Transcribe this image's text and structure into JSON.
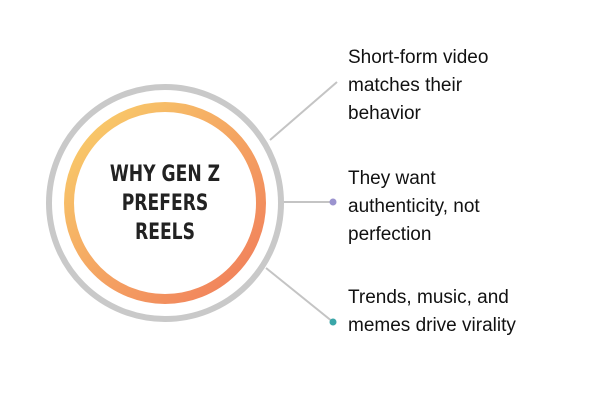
{
  "center": {
    "title": "WHY GEN Z\nPREFERS\nREELS"
  },
  "points": [
    {
      "text": "Short-form video\nmatches their\nbehavior",
      "dot_color": ""
    },
    {
      "text": "They want\nauthenticity, not\nperfection",
      "dot_color": "#9b93cf"
    },
    {
      "text": "Trends, music, and\nmemes drive virality",
      "dot_color": "#3aa6a8"
    }
  ],
  "colors": {
    "outer_ring": "#c9c9c9",
    "gradient_start": "#f9d16b",
    "gradient_end": "#f07a5a",
    "connector": "#bdbdbd",
    "text": "#111111"
  }
}
